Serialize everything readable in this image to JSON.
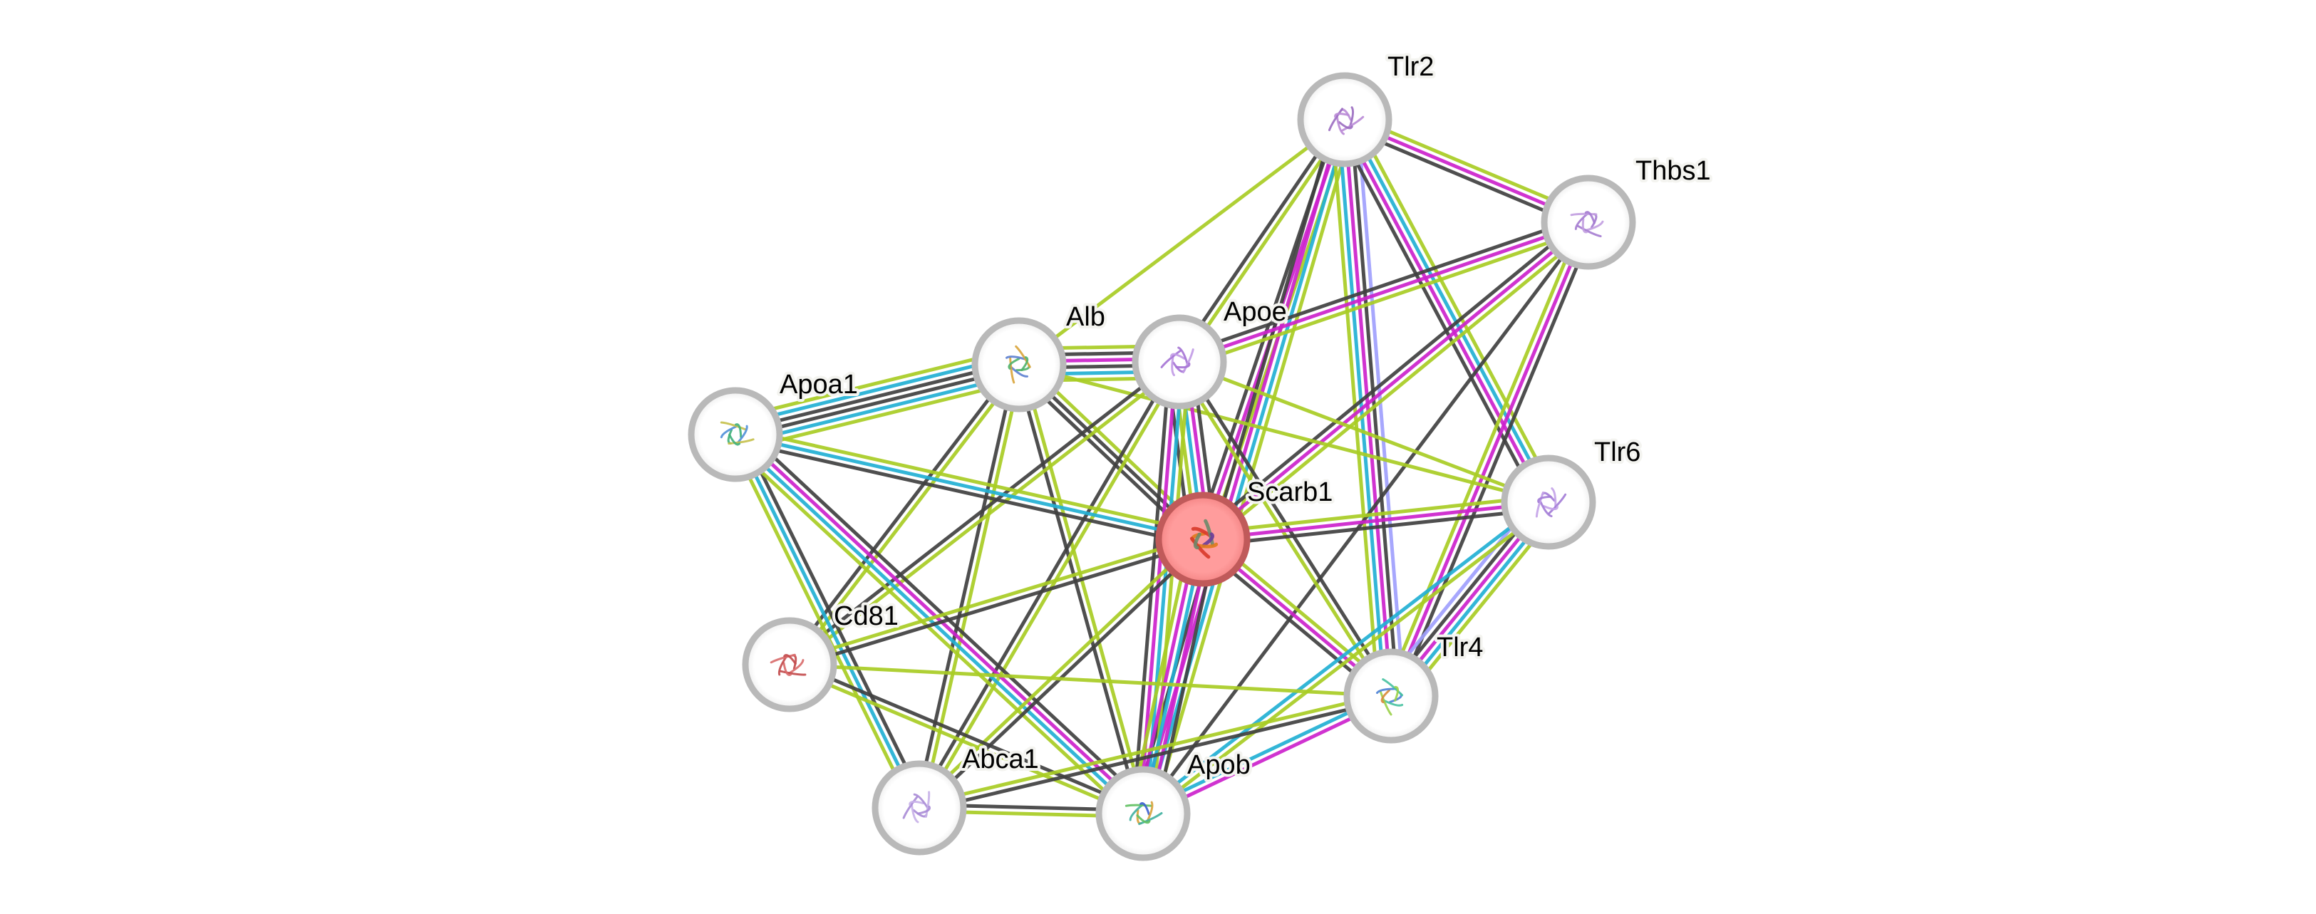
{
  "network": {
    "type": "protein-interaction-network",
    "query_node": "Scarb1",
    "channel_colors": {
      "database": "#22b0d4",
      "experiments": "#cc22cc",
      "textmining": "#a8cc24",
      "coexpression": "#404040",
      "homology": "#9f9ffd"
    },
    "node_border_color": "#b9b9b9",
    "query_node_fill": "#ff9c9c",
    "query_node_border": "#c05a5a",
    "nodes": [
      {
        "id": "Tlr2",
        "label": "Tlr2"
      },
      {
        "id": "Thbs1",
        "label": "Thbs1"
      },
      {
        "id": "Alb",
        "label": "Alb"
      },
      {
        "id": "Apoe",
        "label": "Apoe"
      },
      {
        "id": "Apoa1",
        "label": "Apoa1"
      },
      {
        "id": "Scarb1",
        "label": "Scarb1"
      },
      {
        "id": "Tlr6",
        "label": "Tlr6"
      },
      {
        "id": "Cd81",
        "label": "Cd81"
      },
      {
        "id": "Tlr4",
        "label": "Tlr4"
      },
      {
        "id": "Abca1",
        "label": "Abca1"
      },
      {
        "id": "Apob",
        "label": "Apob"
      }
    ],
    "edges": [
      {
        "a": "Tlr2",
        "b": "Alb",
        "channels": [
          "textmining"
        ]
      },
      {
        "a": "Tlr2",
        "b": "Apoe",
        "channels": [
          "textmining",
          "coexpression"
        ]
      },
      {
        "a": "Tlr2",
        "b": "Scarb1",
        "channels": [
          "textmining",
          "experiments",
          "coexpression"
        ]
      },
      {
        "a": "Tlr2",
        "b": "Apob",
        "channels": [
          "textmining",
          "database",
          "experiments",
          "coexpression"
        ]
      },
      {
        "a": "Tlr2",
        "b": "Tlr4",
        "channels": [
          "homology",
          "coexpression",
          "experiments",
          "database",
          "textmining"
        ]
      },
      {
        "a": "Tlr2",
        "b": "Tlr6",
        "channels": [
          "textmining",
          "database",
          "experiments",
          "coexpression"
        ]
      },
      {
        "a": "Tlr2",
        "b": "Thbs1",
        "channels": [
          "textmining",
          "experiments",
          "coexpression"
        ]
      },
      {
        "a": "Thbs1",
        "b": "Apoe",
        "channels": [
          "textmining",
          "experiments",
          "coexpression"
        ]
      },
      {
        "a": "Thbs1",
        "b": "Scarb1",
        "channels": [
          "textmining",
          "experiments",
          "coexpression"
        ]
      },
      {
        "a": "Thbs1",
        "b": "Tlr4",
        "channels": [
          "coexpression",
          "experiments",
          "textmining"
        ]
      },
      {
        "a": "Thbs1",
        "b": "Apob",
        "channels": [
          "coexpression"
        ]
      },
      {
        "a": "Alb",
        "b": "Apoe",
        "channels": [
          "textmining",
          "coexpression",
          "experiments",
          "coexpression",
          "database",
          "textmining"
        ]
      },
      {
        "a": "Alb",
        "b": "Apoa1",
        "channels": [
          "textmining",
          "database",
          "coexpression",
          "coexpression",
          "database",
          "textmining"
        ]
      },
      {
        "a": "Alb",
        "b": "Scarb1",
        "channels": [
          "textmining",
          "coexpression",
          "coexpression"
        ]
      },
      {
        "a": "Alb",
        "b": "Cd81",
        "channels": [
          "textmining",
          "coexpression"
        ]
      },
      {
        "a": "Alb",
        "b": "Abca1",
        "channels": [
          "textmining",
          "coexpression"
        ]
      },
      {
        "a": "Alb",
        "b": "Apob",
        "channels": [
          "textmining",
          "coexpression"
        ]
      },
      {
        "a": "Alb",
        "b": "Tlr6",
        "channels": [
          "textmining"
        ]
      },
      {
        "a": "Apoe",
        "b": "Scarb1",
        "channels": [
          "coexpression",
          "experiments",
          "database",
          "textmining",
          "coexpression"
        ]
      },
      {
        "a": "Apoe",
        "b": "Apob",
        "channels": [
          "textmining",
          "database",
          "experiments",
          "coexpression"
        ]
      },
      {
        "a": "Apoe",
        "b": "Cd81",
        "channels": [
          "textmining",
          "coexpression"
        ]
      },
      {
        "a": "Apoe",
        "b": "Abca1",
        "channels": [
          "textmining",
          "coexpression"
        ]
      },
      {
        "a": "Apoe",
        "b": "Tlr4",
        "channels": [
          "coexpression",
          "textmining"
        ]
      },
      {
        "a": "Apoe",
        "b": "Tlr6",
        "channels": [
          "textmining"
        ]
      },
      {
        "a": "Apoa1",
        "b": "Scarb1",
        "channels": [
          "textmining",
          "database",
          "coexpression"
        ]
      },
      {
        "a": "Apoa1",
        "b": "Abca1",
        "channels": [
          "coexpression",
          "database",
          "textmining"
        ]
      },
      {
        "a": "Apoa1",
        "b": "Apob",
        "channels": [
          "coexpression",
          "experiments",
          "database",
          "textmining"
        ]
      },
      {
        "a": "Scarb1",
        "b": "Tlr6",
        "channels": [
          "textmining",
          "experiments",
          "coexpression"
        ]
      },
      {
        "a": "Scarb1",
        "b": "Tlr4",
        "channels": [
          "textmining",
          "experiments",
          "coexpression"
        ]
      },
      {
        "a": "Scarb1",
        "b": "Cd81",
        "channels": [
          "coexpression",
          "textmining"
        ]
      },
      {
        "a": "Scarb1",
        "b": "Abca1",
        "channels": [
          "coexpression",
          "textmining"
        ]
      },
      {
        "a": "Scarb1",
        "b": "Apob",
        "channels": [
          "coexpression",
          "experiments",
          "database",
          "experiments",
          "textmining"
        ]
      },
      {
        "a": "Tlr6",
        "b": "Tlr4",
        "channels": [
          "textmining",
          "database",
          "experiments",
          "coexpression",
          "homology"
        ]
      },
      {
        "a": "Tlr6",
        "b": "Apob",
        "channels": [
          "textmining",
          "database"
        ]
      },
      {
        "a": "Cd81",
        "b": "Tlr4",
        "channels": [
          "textmining"
        ]
      },
      {
        "a": "Cd81",
        "b": "Apob",
        "channels": [
          "coexpression",
          "textmining"
        ]
      },
      {
        "a": "Abca1",
        "b": "Apob",
        "channels": [
          "coexpression",
          "textmining"
        ]
      },
      {
        "a": "Abca1",
        "b": "Tlr4",
        "channels": [
          "textmining",
          "coexpression"
        ]
      },
      {
        "a": "Apob",
        "b": "Tlr4",
        "channels": [
          "database",
          "experiments"
        ]
      }
    ]
  }
}
